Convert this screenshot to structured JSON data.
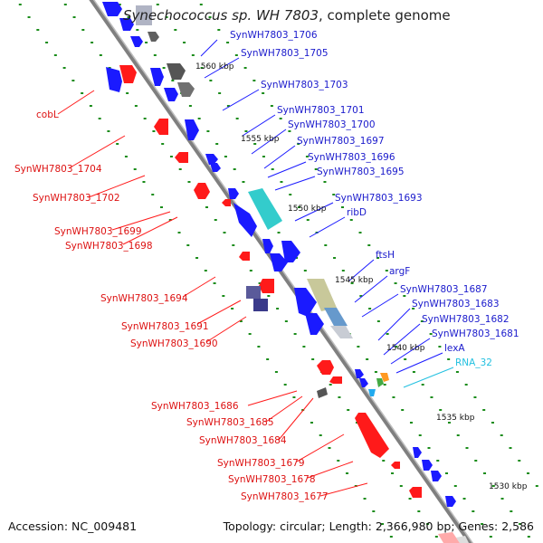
{
  "title": {
    "genus_species": "Synechococcus sp. WH 7803",
    "suffix": ", complete genome"
  },
  "footer": {
    "accession": "Accession: NC_009481",
    "summary": "Topology: circular; Length: 2,366,980 bp; Genes: 2,586"
  },
  "colors": {
    "forward_cds": "#1a1aff",
    "reverse_cds": "#ff1a1a",
    "forward_label": "#1a1acc",
    "reverse_label": "#dd1111",
    "rna": "#22c0e0",
    "backbone": "#8a8a8a",
    "tick_dot": "#1a8c1a"
  },
  "scale_labels": [
    "1560 kbp",
    "1555 kbp",
    "1550 kbp",
    "1545 kbp",
    "1540 kbp",
    "1535 kbp",
    "1530 kbp"
  ],
  "forward_labels": [
    "SynWH7803_1706",
    "SynWH7803_1705",
    "SynWH7803_1703",
    "SynWH7803_1701",
    "SynWH7803_1700",
    "SynWH7803_1697",
    "SynWH7803_1696",
    "SynWH7803_1695",
    "SynWH7803_1693",
    "ribD",
    "ftsH",
    "argF",
    "SynWH7803_1687",
    "SynWH7803_1683",
    "SynWH7803_1682",
    "SynWH7803_1681",
    "lexA"
  ],
  "rna_labels": [
    "RNA_32"
  ],
  "reverse_labels": [
    "cobL",
    "SynWH7803_1704",
    "SynWH7803_1702",
    "SynWH7803_1699",
    "SynWH7803_1698",
    "SynWH7803_1694",
    "SynWH7803_1691",
    "SynWH7803_1690",
    "SynWH7803_1686",
    "SynWH7803_1685",
    "SynWH7803_1684",
    "SynWH7803_1679",
    "SynWH7803_1678",
    "SynWH7803_1677"
  ]
}
